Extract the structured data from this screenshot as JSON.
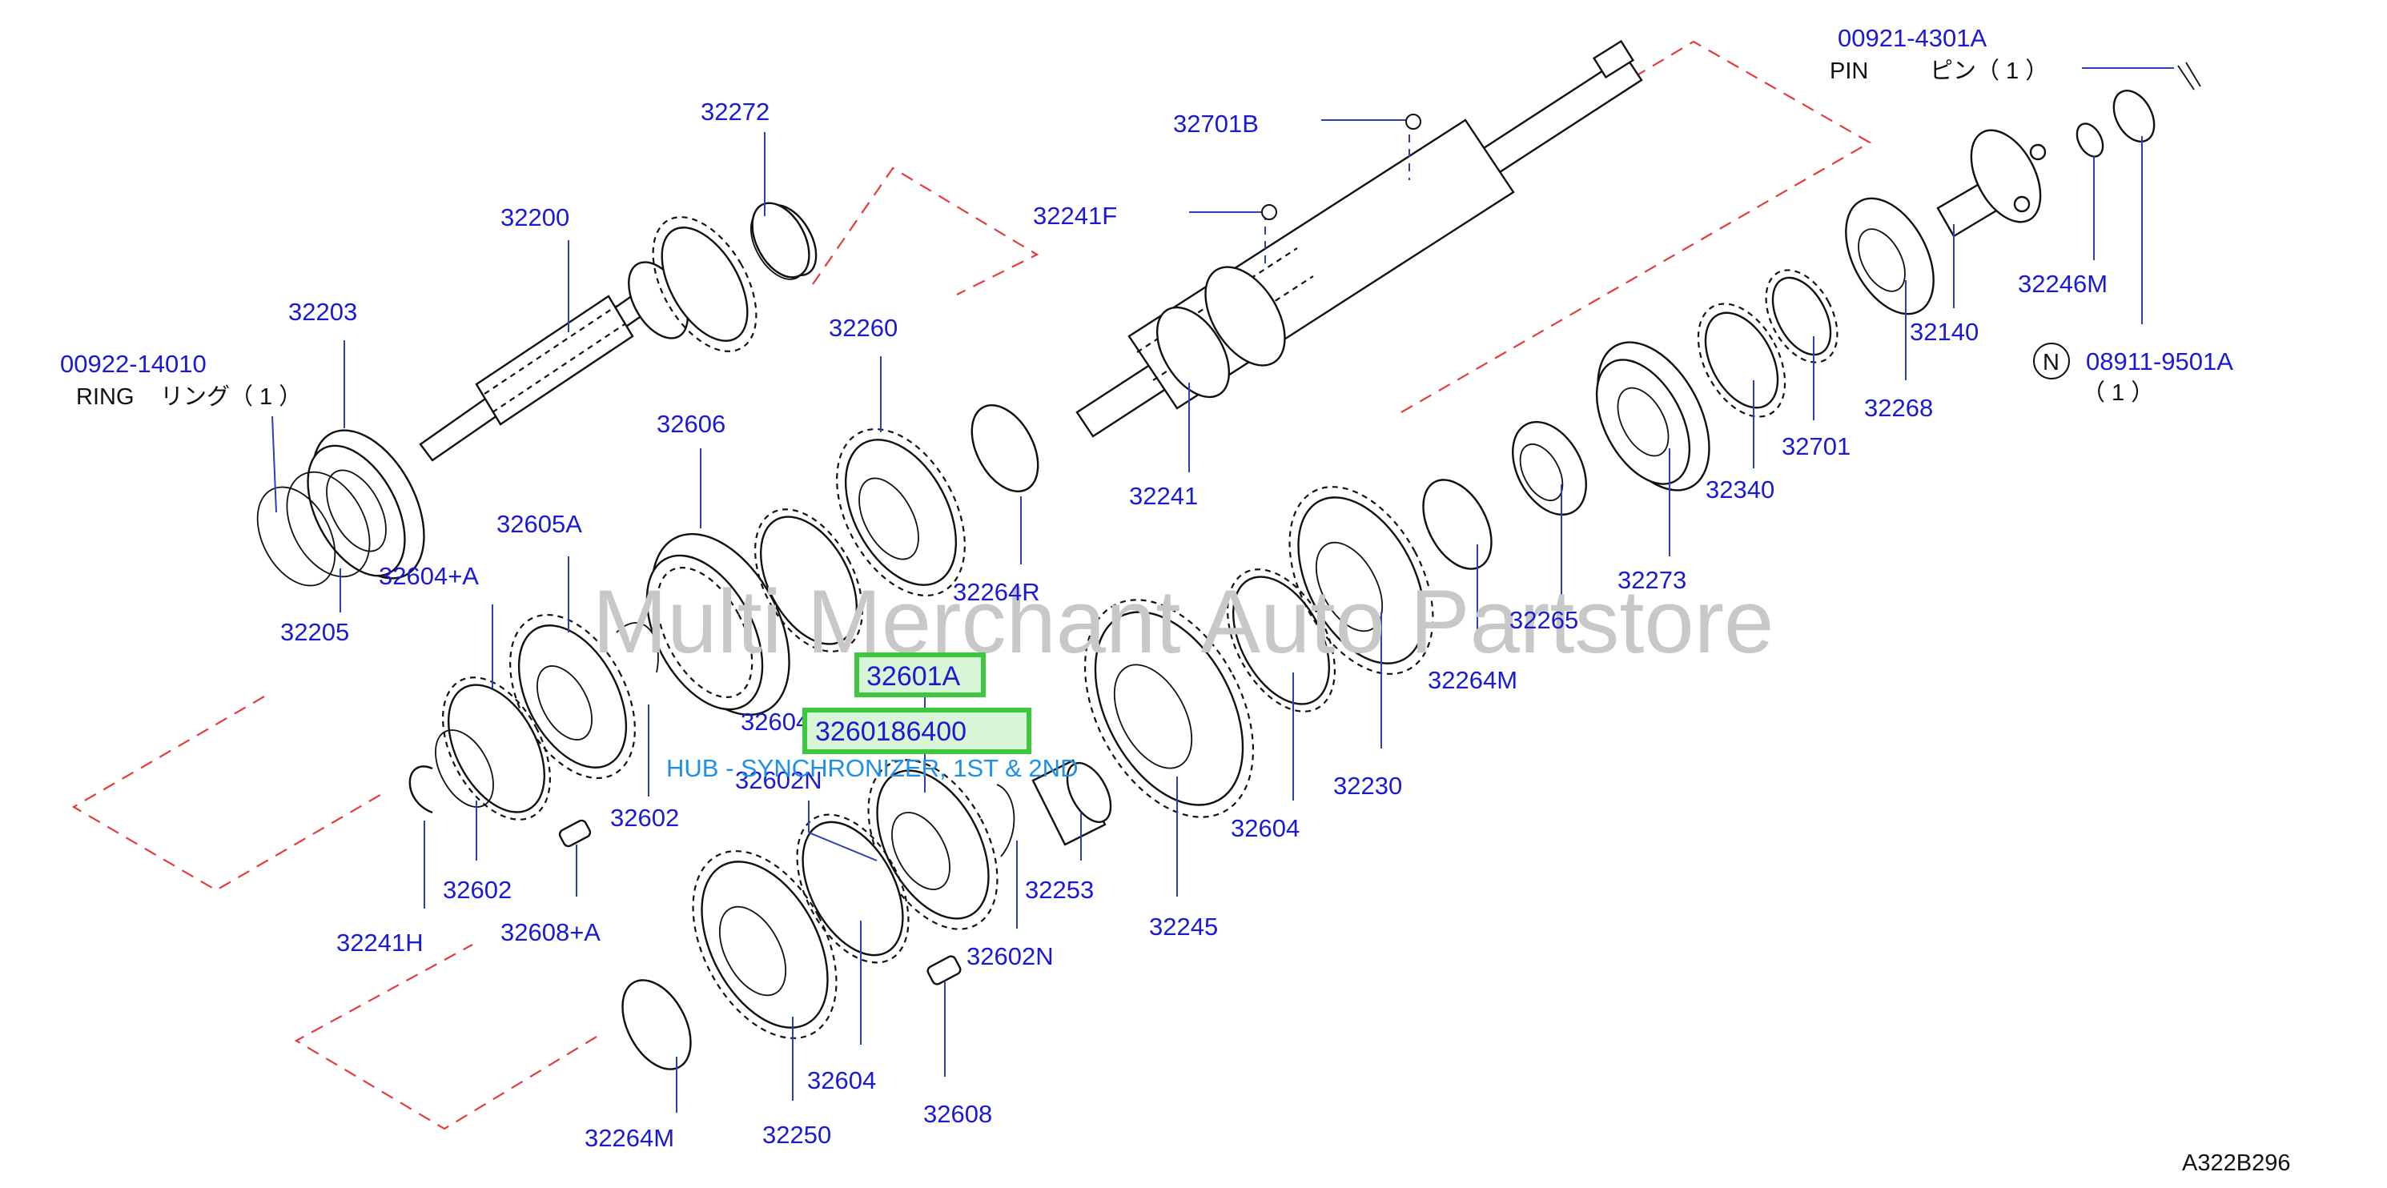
{
  "diagram_code": "A322B296",
  "watermark": "Multi Merchant Auto Partstore",
  "highlight": {
    "part_no": "32601A",
    "full_part_no": "3260186400",
    "description": "HUB - SYNCHRONIZER, 1ST & 2ND"
  },
  "callouts": {
    "p00921": "00921-4301A",
    "pin_en": "PIN",
    "pin_jp": "ピン（ 1 ）",
    "p32701B": "32701B",
    "p32241F": "32241F",
    "p32272": "32272",
    "p32200": "32200",
    "p32203": "32203",
    "p00922": "00922-14010",
    "ring_en": "RING",
    "ring_jp": "リング（ 1 ）",
    "p32260": "32260",
    "p32606": "32606",
    "p32605A": "32605A",
    "p32604A": "32604+A",
    "p32205": "32205",
    "p32264R": "32264R",
    "p32241": "32241",
    "p32246M": "32246M",
    "p32140": "32140",
    "p32268": "32268",
    "n_mark": "N",
    "p08911": "08911-9501A",
    "p08911_qty": "（ 1 ）",
    "p32701": "32701",
    "p32340": "32340",
    "p32273": "32273",
    "p32265": "32265",
    "p32264M_a": "32264M",
    "p32230": "32230",
    "p32604_a": "32604",
    "p32245": "32245",
    "p32253": "32253",
    "p32602N_a": "32602N",
    "p32602N_b": "32602N",
    "p32604A_b": "32604+A",
    "p32602_a": "32602",
    "p32602_b": "32602",
    "p32608A": "32608+A",
    "p32241H": "32241H",
    "p32604_b": "32604",
    "p32608": "32608",
    "p32250": "32250",
    "p32264M_b": "32264M"
  }
}
